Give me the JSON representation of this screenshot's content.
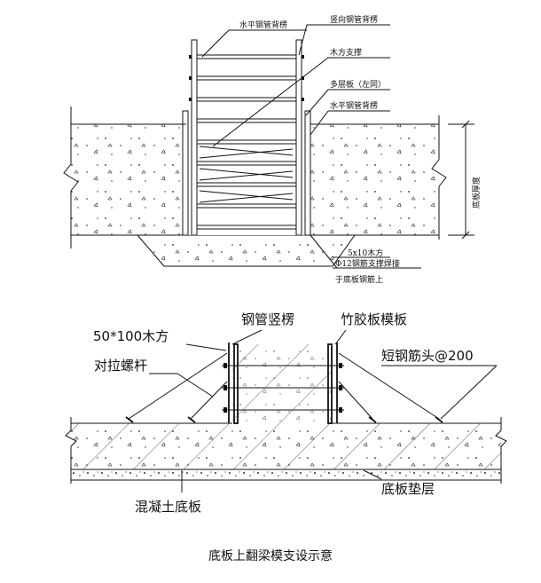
{
  "top_figure": {
    "labels": {
      "horizontal_steel_pipe_top": "水平钢管背楞",
      "vertical_steel_pipe": "竖向钢管背楞",
      "timber_brace": "木方支撑",
      "plywood": "多层板（左同）",
      "horizontal_steel_pipe_right": "水平钢管背楞",
      "slab_thickness": "底板厚度",
      "timber_5x10": "5x10木方",
      "rebar_weld": "Φ12钢筋支撑焊接",
      "rebar_cut": "于底板钢筋上"
    }
  },
  "bottom_figure": {
    "labels": {
      "timber_50x100": "50*100木方",
      "steel_pipe_vertical": "钢管竖楞",
      "bamboo_plywood": "竹胶板模板",
      "tie_bolt": "对拉螺杆",
      "short_rebar": "短钢筋头@200",
      "concrete_slab": "混凝土底板",
      "slab_cushion": "底板垫层"
    }
  },
  "caption": "底板上翻梁模支设示意"
}
